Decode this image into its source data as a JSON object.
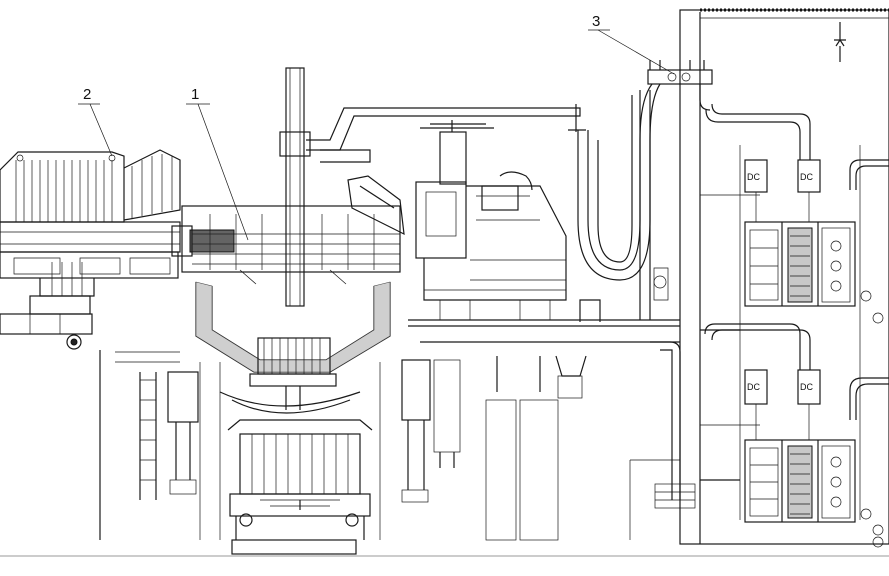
{
  "callouts": [
    {
      "label": "1"
    },
    {
      "label": "2"
    },
    {
      "label": "3"
    }
  ],
  "cabinets": [
    {
      "label": "DC"
    },
    {
      "label": "DC"
    },
    {
      "label": "DC"
    },
    {
      "label": "DC"
    }
  ]
}
